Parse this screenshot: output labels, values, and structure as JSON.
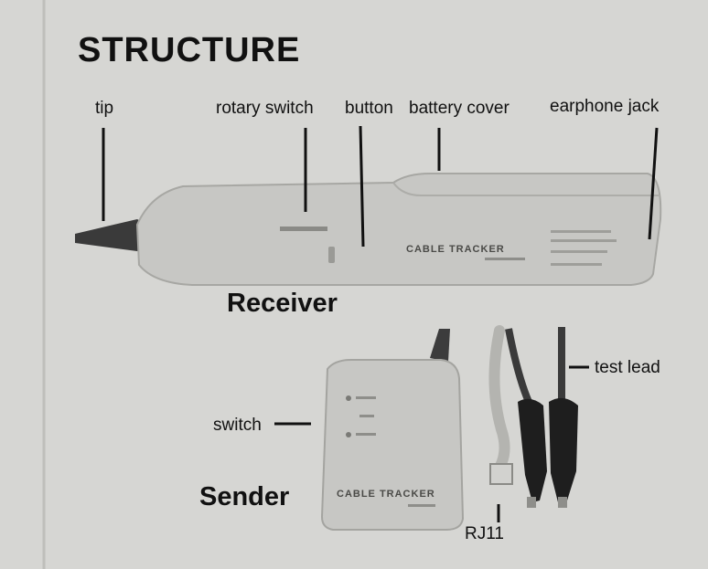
{
  "title": "STRUCTURE",
  "receiver": {
    "heading": "Receiver",
    "labels": {
      "tip": "tip",
      "rotary_switch": "rotary switch",
      "button": "button",
      "battery_cover": "battery cover",
      "earphone_jack": "earphone jack"
    },
    "brand_text": "CABLE TRACKER"
  },
  "sender": {
    "heading": "Sender",
    "labels": {
      "switch": "switch",
      "test_lead": "test lead",
      "rj11": "RJ11"
    },
    "brand_text": "CABLE TRACKER"
  },
  "colors": {
    "background": "#d6d6d3",
    "device_body": "#c7c7c4",
    "tip": "#3a3a3a",
    "clip": "#1e1e1e",
    "text": "#111111"
  }
}
